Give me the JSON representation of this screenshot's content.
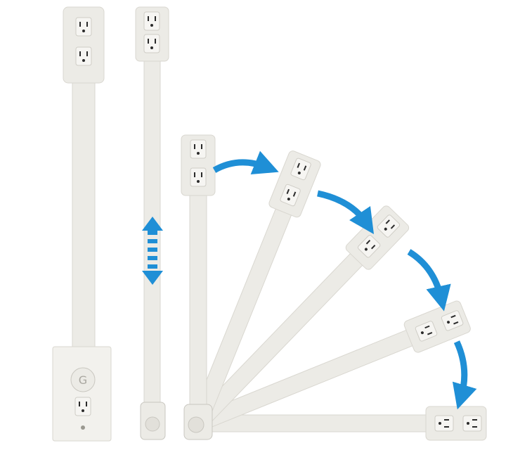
{
  "colors": {
    "background": "#ffffff",
    "device": "#ecebe6",
    "device_shade": "#d9d7d0",
    "outlet_slot": "#2b2b2b",
    "arrow": "#1f8fd6"
  },
  "arm_angles_deg": [
    0,
    22,
    44,
    68,
    90
  ]
}
